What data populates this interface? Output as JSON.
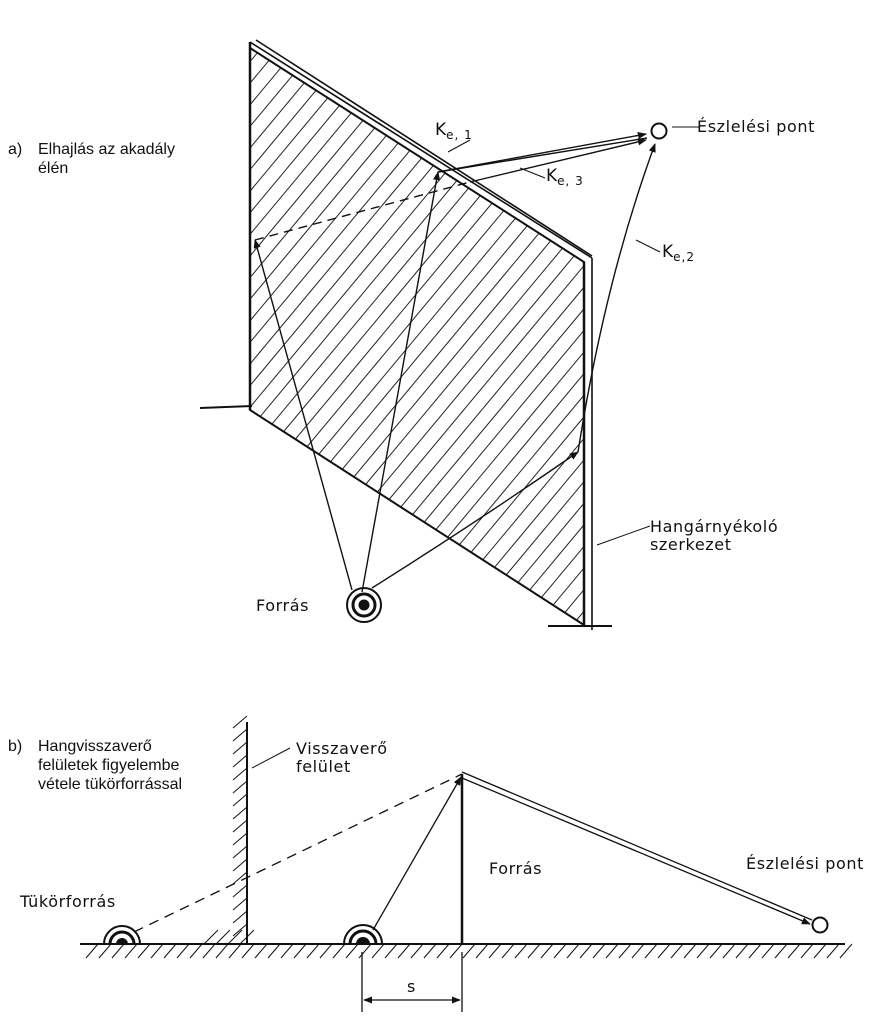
{
  "part_a": {
    "caption_letter": "a)",
    "caption_line1": "Elhajlás az akadály",
    "caption_line2": "élén",
    "ke1_base": "K",
    "ke1_sub": "e, 1",
    "ke3_base": "K",
    "ke3_sub": "e, 3",
    "ke2_base": "K",
    "ke2_sub": "e,2",
    "observation_point": "Észlelési pont",
    "structure_line1": "Hangárnyékoló",
    "structure_line2": "szerkezet",
    "source": "Forrás"
  },
  "part_b": {
    "caption_letter": "b)",
    "caption_line1": "Hangvisszaverő",
    "caption_line2": "felületek figyelembe",
    "caption_line3": "vétele tükörforrással",
    "reflector_line1": "Visszaverő",
    "reflector_line2": "felület",
    "mirror_source": "Tükörforrás",
    "source": "Forrás",
    "observation_point": "Észlelési pont",
    "distance": "s"
  }
}
